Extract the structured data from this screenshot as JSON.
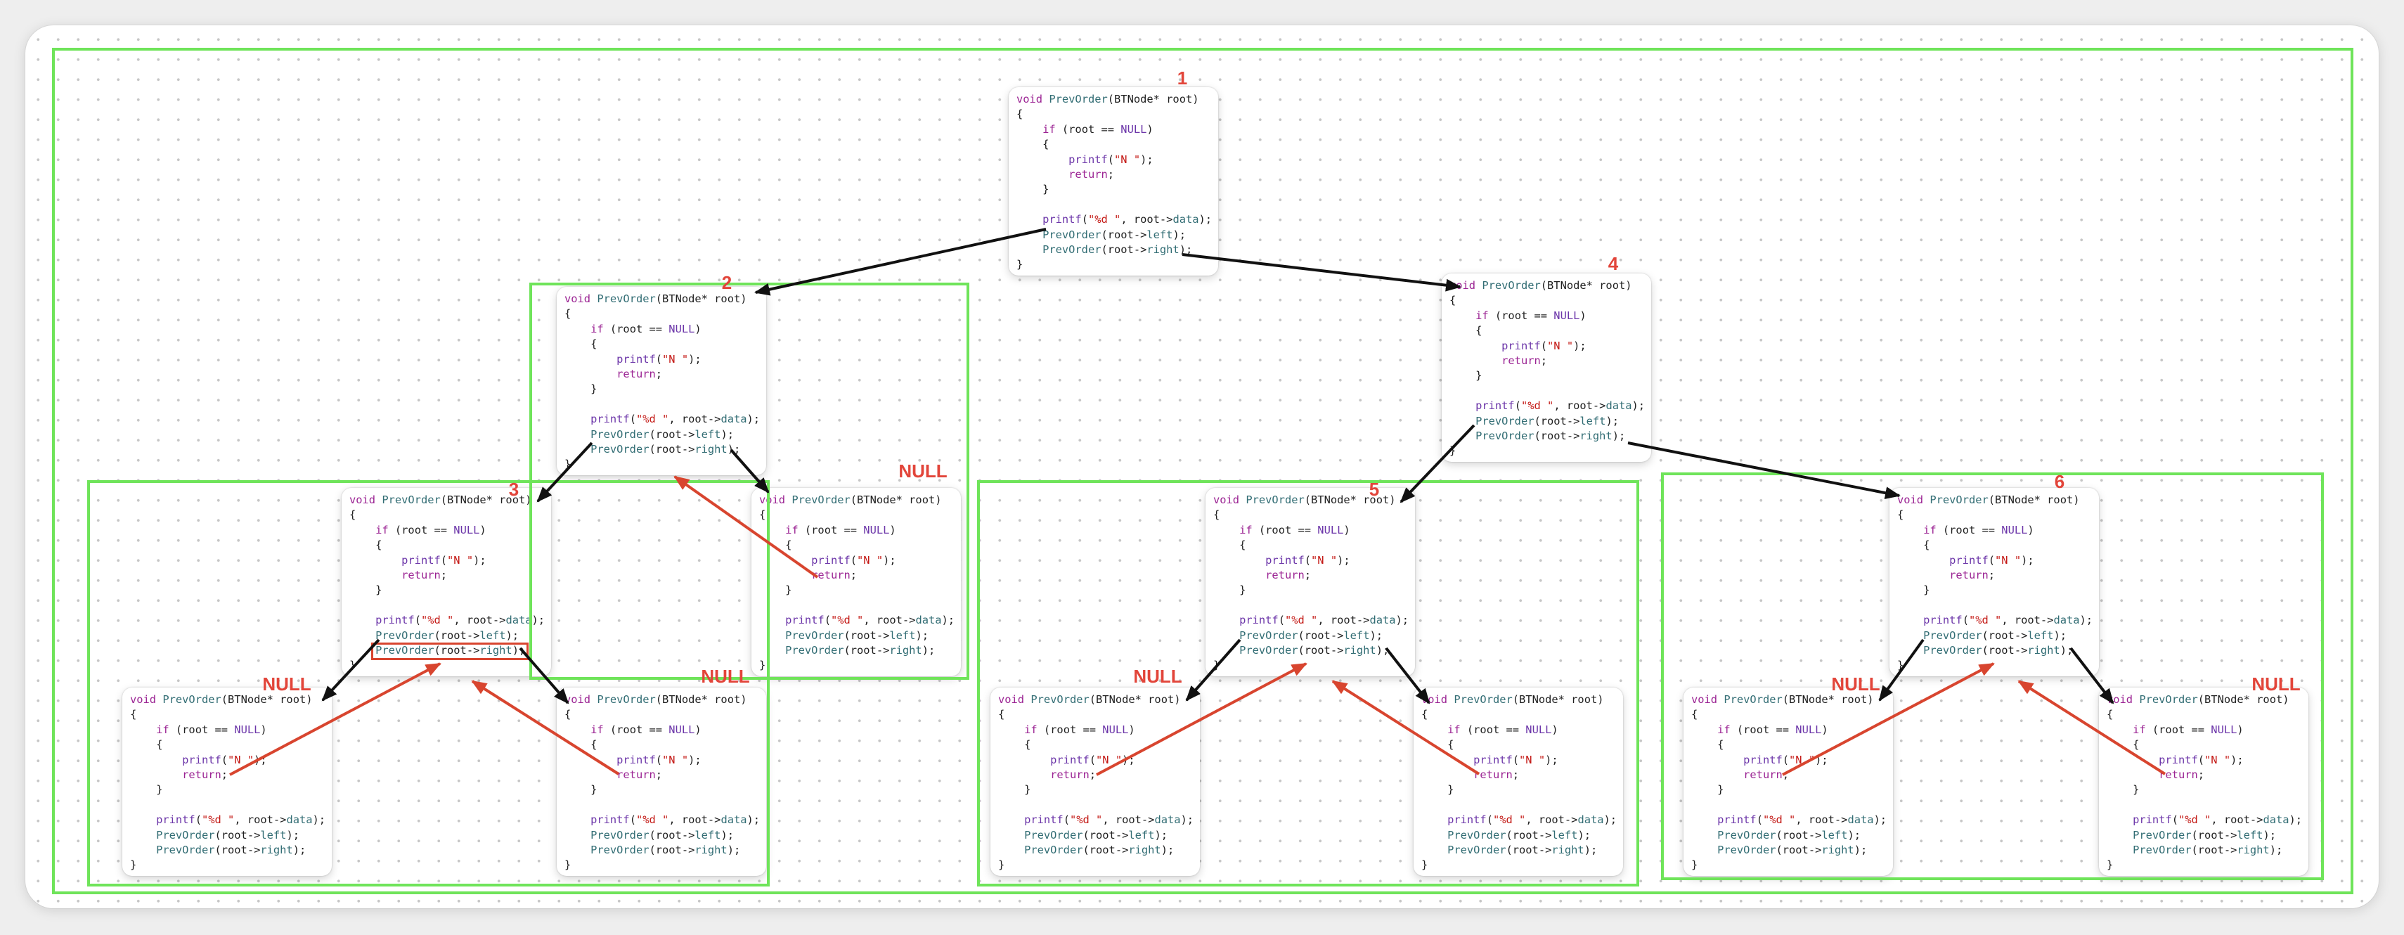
{
  "colors": {
    "page_background": "#eeeeee",
    "canvas_background": "#ffffff",
    "grid_dot": "#c6c6c6",
    "group_frame": "#6fe45a",
    "call_arrow": "#111111",
    "return_arrow": "#d8452f",
    "step_label": "#e2453a",
    "highlight_box": "#d8452f",
    "syntax_keyword": "#9b2393",
    "syntax_library": "#6c36a9",
    "syntax_project": "#326d74",
    "syntax_string": "#c41a16",
    "syntax_plain": "#1f1f1f"
  },
  "code": {
    "lines": [
      [
        [
          "void",
          "keyword"
        ],
        [
          " "
        ],
        [
          "PrevOrder",
          "project"
        ],
        [
          "(BTNode* root)"
        ]
      ],
      [
        [
          "{"
        ]
      ],
      [
        [
          "    "
        ],
        [
          "if",
          "keyword"
        ],
        [
          " (root == "
        ],
        [
          "NULL",
          "library"
        ],
        [
          ")"
        ]
      ],
      [
        [
          "    {"
        ]
      ],
      [
        [
          "        "
        ],
        [
          "printf",
          "library"
        ],
        [
          "("
        ],
        [
          "\"N \"",
          "string"
        ],
        [
          ");"
        ]
      ],
      [
        [
          "        "
        ],
        [
          "return",
          "keyword"
        ],
        [
          ";"
        ]
      ],
      [
        [
          "    }"
        ]
      ],
      [],
      [
        [
          "    "
        ],
        [
          "printf",
          "library"
        ],
        [
          "("
        ],
        [
          "\"%d \"",
          "string"
        ],
        [
          ", root->"
        ],
        [
          "data",
          "project"
        ],
        [
          ");"
        ]
      ],
      [
        [
          "    "
        ],
        [
          "PrevOrder",
          "project"
        ],
        [
          "(root->"
        ],
        [
          "left",
          "project"
        ],
        [
          ");"
        ]
      ],
      [
        [
          "    "
        ],
        [
          "PrevOrder",
          "project"
        ],
        [
          "(root->"
        ],
        [
          "right",
          "project"
        ],
        [
          ");"
        ]
      ],
      [
        [
          "}"
        ]
      ]
    ]
  },
  "labels": {
    "step_1": "1",
    "step_2": "2",
    "step_3": "3",
    "step_4": "4",
    "step_5": "5",
    "step_6": "6",
    "null_2_right": "NULL",
    "null_3_left": "NULL",
    "null_3_right": "NULL",
    "null_5_left": "NULL",
    "null_6_left": "NULL",
    "null_6_right": "NULL"
  }
}
